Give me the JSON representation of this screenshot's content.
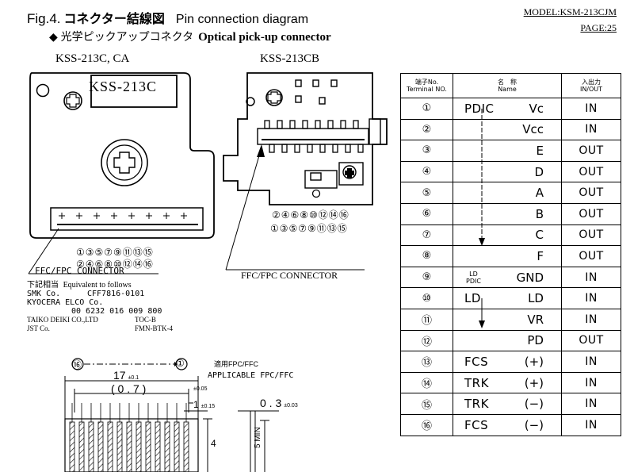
{
  "header": {
    "fig_prefix": "Fig.4.",
    "fig_title_jp": "コネクター結線図",
    "fig_title_en": "Pin connection diagram",
    "bullet": "◆",
    "subtitle_jp": "光学ピックアップコネクタ",
    "subtitle_en": "Optical pick-up connector",
    "model": "MODEL:KSM-213CJM",
    "page": "PAGE:25"
  },
  "left_diagram": {
    "caption": "KSS-213C, CA",
    "label_box": "KSS-213C",
    "pins_row1": "①③⑤⑦⑨⑪⑬⑮",
    "pins_row2": "②④⑥⑧⑩⑫⑭⑯",
    "connector_label": "FFC/FPC CONNECTOR"
  },
  "right_diagram": {
    "caption": "KSS-213CB",
    "pins_row1": "②④⑥⑧⑩⑫⑭⑯",
    "pins_row2": "①③⑤⑦⑨⑪⑬⑮",
    "connector_label": "FFC/FPC CONNECTOR"
  },
  "equivalents": {
    "heading_jp": "下記相当",
    "heading_en": "Equivalent to follows",
    "rows": [
      {
        "maker": "SMK Co.",
        "part": "CFF7816-0101"
      },
      {
        "maker": "KYOCERA ELCO Co.",
        "part": ""
      },
      {
        "maker": "",
        "part": "00 6232 016 009 800"
      },
      {
        "maker": "TAIKO DEIKI CO.,LTD",
        "part": "TOC-B"
      },
      {
        "maker": "JST Co.",
        "part": "FMN-BTK-4"
      }
    ]
  },
  "fpc_drawing": {
    "pin_end_left": "⑯",
    "pin_end_right": "①",
    "applicable_jp": "適用FPC/FFC",
    "applicable_en": "APPLICABLE FPC/FFC",
    "dim_width": "17",
    "dim_width_tol": "±0.1",
    "dim_ref": "( 0 . 7 )",
    "dim_tol_a": "±0.05",
    "dim_pitch": "1",
    "dim_pitch_tol": "±0.15",
    "dim_thick": "0 . 3",
    "dim_thick_tol": "±0.03",
    "dim_height": "4",
    "dim_min": "5 MIN"
  },
  "pin_table": {
    "headers": {
      "terminal_jp": "端子No.",
      "terminal_en": "Terminal NO.",
      "name_jp": "名　称",
      "name_en": "Name",
      "io_jp": "入出力",
      "io_en": "IN/OUT"
    },
    "rows": [
      {
        "no": "①",
        "left": "PDIC",
        "right": "Vc",
        "io": "IN"
      },
      {
        "no": "②",
        "left": "",
        "right": "Vcc",
        "io": "IN"
      },
      {
        "no": "③",
        "left": "",
        "right": "E",
        "io": "OUT"
      },
      {
        "no": "④",
        "left": "",
        "right": "D",
        "io": "OUT"
      },
      {
        "no": "⑤",
        "left": "",
        "right": "A",
        "io": "OUT"
      },
      {
        "no": "⑥",
        "left": "",
        "right": "B",
        "io": "OUT"
      },
      {
        "no": "⑦",
        "left": "",
        "right": "C",
        "io": "OUT"
      },
      {
        "no": "⑧",
        "left": "",
        "right": "F",
        "io": "OUT"
      },
      {
        "no": "⑨",
        "left_top": "LD",
        "left_bottom": "PDIC",
        "right": "GND",
        "io": "IN"
      },
      {
        "no": "⑩",
        "left": "LD",
        "right": "LD",
        "io": "IN"
      },
      {
        "no": "⑪",
        "left": "",
        "right": "VR",
        "io": "IN"
      },
      {
        "no": "⑫",
        "left": "",
        "right": "PD",
        "io": "OUT"
      },
      {
        "no": "⑬",
        "left": "FCS",
        "right": "(+)",
        "io": "IN"
      },
      {
        "no": "⑭",
        "left": "TRK",
        "right": "(+)",
        "io": "IN"
      },
      {
        "no": "⑮",
        "left": "TRK",
        "right": "(−)",
        "io": "IN"
      },
      {
        "no": "⑯",
        "left": "FCS",
        "right": "(−)",
        "io": "IN"
      }
    ]
  }
}
